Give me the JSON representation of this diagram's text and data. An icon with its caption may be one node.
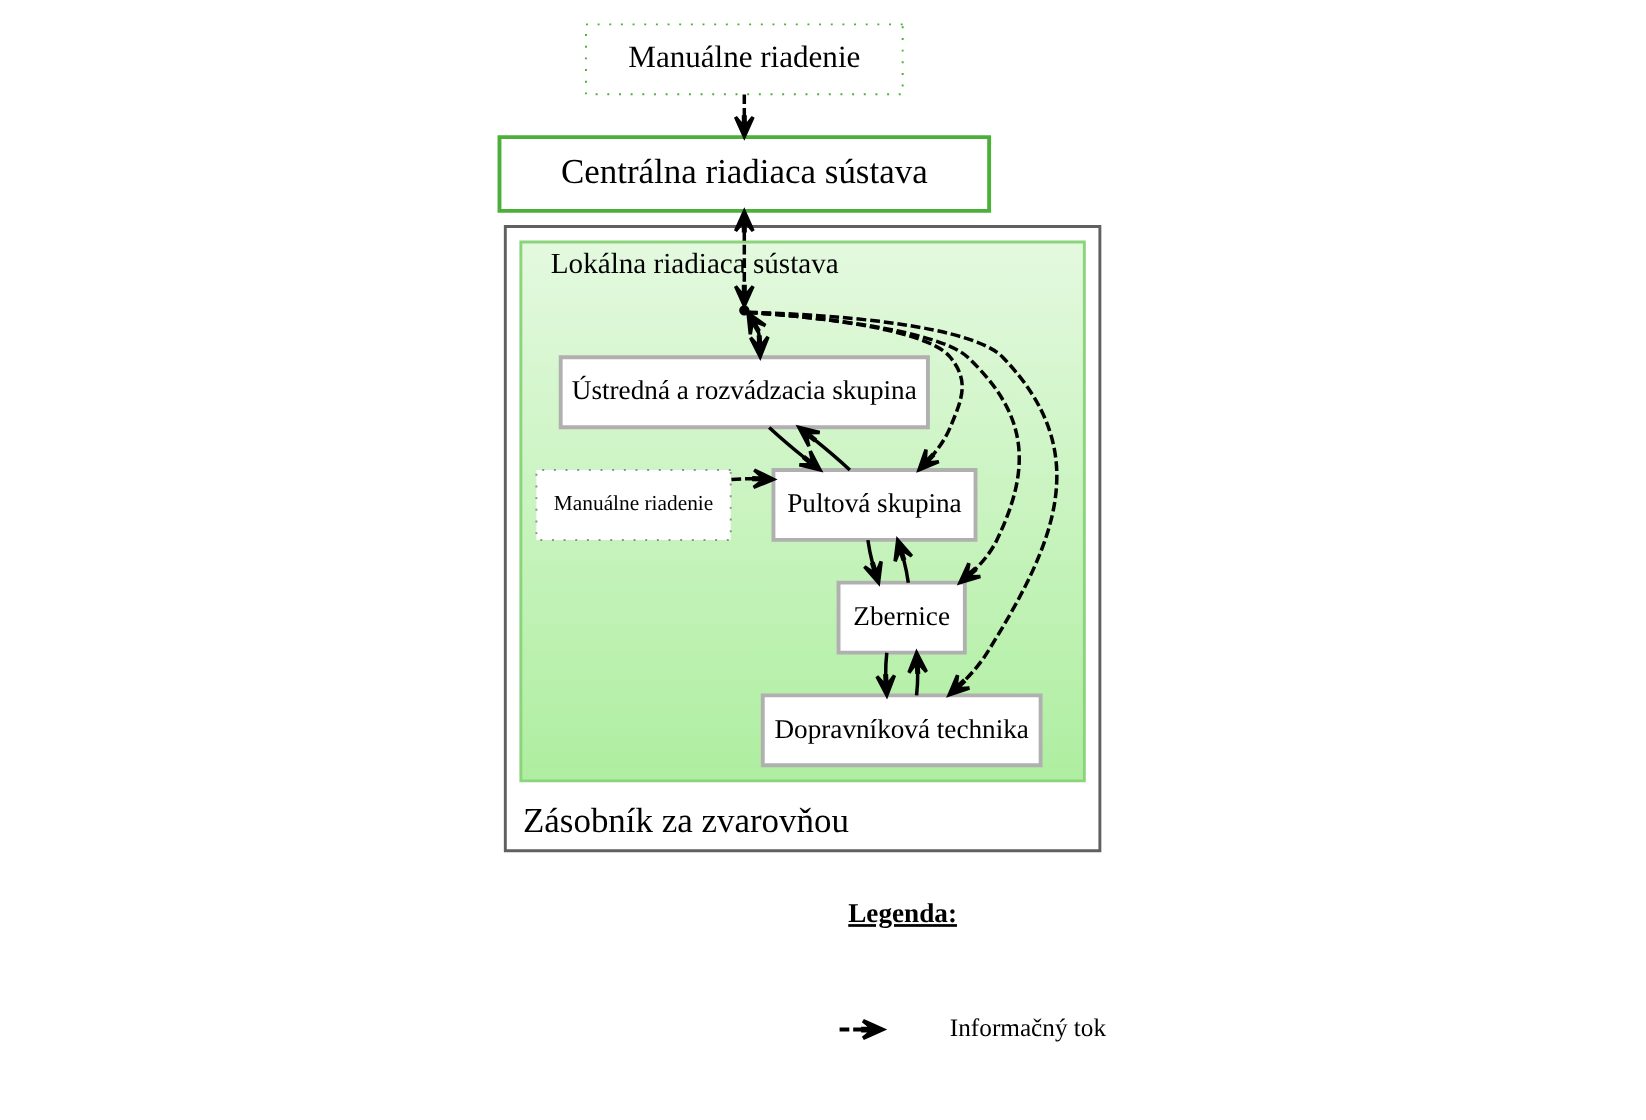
{
  "diagram": {
    "nodes": [
      {
        "text": [
          "Manuálne riadenie"
        ]
      },
      {
        "text": [
          "Centrálna riadiaca sústava"
        ]
      },
      {
        "text": [
          "Zásobník za zvarovňou"
        ]
      },
      {
        "text": [
          "Lokálna riadiaca sústava"
        ],
        "in": 2
      },
      {
        "text": [
          "Ústredná a rozvádzacia skupina"
        ],
        "in": 3
      },
      {
        "text": [
          "Manuálne riadenie"
        ],
        "in": 3
      },
      {
        "text": [
          "Pultová skupina"
        ],
        "in": 3
      },
      {
        "text": [
          "Zbernice"
        ],
        "in": 3
      },
      {
        "text": [
          "Dopravníková technika"
        ],
        "in": 3
      }
    ],
    "edges": [
      {
        "from": 0,
        "to": 1,
        "arrow": "to",
        "style": "dashed"
      },
      {
        "from": 1,
        "to": 3,
        "arrow": "both",
        "style": "dashed"
      },
      {
        "from": 3,
        "to": 4,
        "arrow": "both",
        "style": "dashed"
      },
      {
        "from": 3,
        "to": 6,
        "arrow": "to",
        "style": "dashed"
      },
      {
        "from": 3,
        "to": 7,
        "arrow": "to",
        "style": "dashed"
      },
      {
        "from": 3,
        "to": 8,
        "arrow": "to",
        "style": "dashed"
      },
      {
        "from": 5,
        "to": 6,
        "arrow": "to",
        "style": "dashed"
      },
      {
        "from": 4,
        "to": 6,
        "arrow": "to"
      },
      {
        "from": 6,
        "to": 4,
        "arrow": "to"
      },
      {
        "from": 6,
        "to": 7,
        "arrow": "to"
      },
      {
        "from": 7,
        "to": 6,
        "arrow": "to"
      },
      {
        "from": 7,
        "to": 8,
        "arrow": "to"
      },
      {
        "from": 8,
        "to": 7,
        "arrow": "to"
      }
    ],
    "labels": [
      "Legenda:"
    ],
    "legend": [
      {
        "text": "Informačný tok"
      }
    ]
  }
}
